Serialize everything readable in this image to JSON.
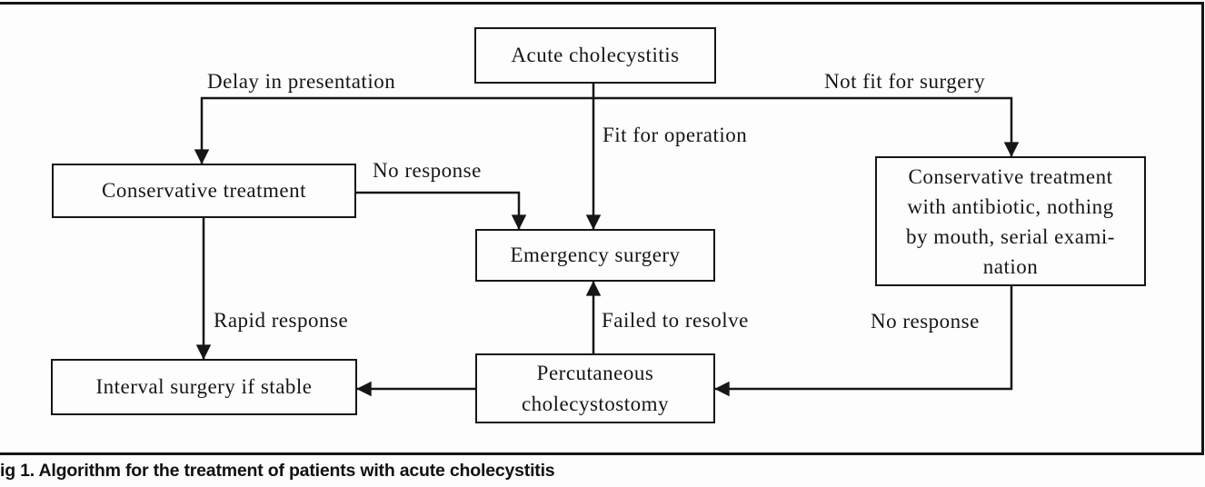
{
  "figure": {
    "caption": "ig 1. Algorithm for the treatment of patients with acute cholecystitis"
  },
  "flowchart": {
    "title_node": "Acute cholecystitis",
    "nodes": {
      "acute": {
        "label": "Acute cholecystitis"
      },
      "conservative_left": {
        "label": "Conservative treatment"
      },
      "emergency": {
        "label": "Emergency surgery"
      },
      "conservative_right": {
        "lines": [
          "Conservative treatment",
          "with antibiotic, nothing",
          "by mouth, serial exami-",
          "nation"
        ]
      },
      "interval": {
        "label": "Interval surgery if stable"
      },
      "percutaneous": {
        "lines": [
          "Percutaneous",
          "cholecystostomy"
        ]
      }
    },
    "edge_labels": {
      "delay_in_presentation": "Delay in presentation",
      "not_fit_for_surgery": "Not fit for surgery",
      "fit_for_operation": "Fit for operation",
      "no_response_left": "No response",
      "rapid_response": "Rapid response",
      "failed_to_resolve": "Failed to resolve",
      "no_response_right": "No response"
    },
    "colors": {
      "line": "#161616",
      "text": "#161616",
      "background": "#fdfdfd"
    }
  }
}
